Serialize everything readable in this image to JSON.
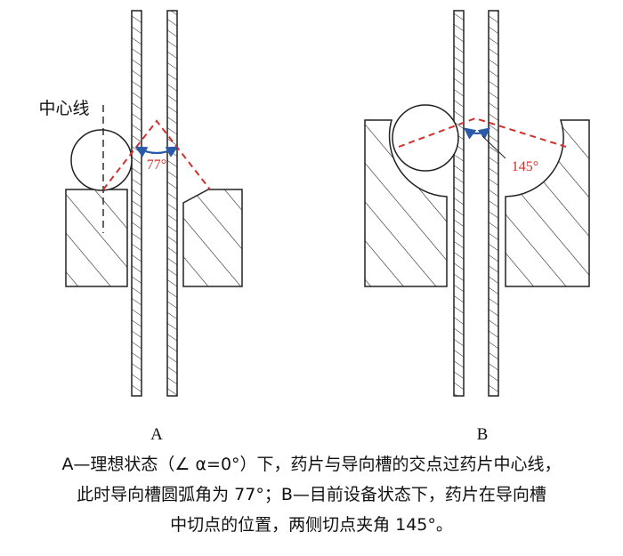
{
  "diagram": {
    "panel_a": {
      "label": "A",
      "centerline_label": "中心线",
      "angle_label": "77°"
    },
    "panel_b": {
      "label": "B",
      "angle_label": "145°"
    },
    "colors": {
      "line": "#222222",
      "dash_red": "#d0312d",
      "arc_blue": "#2a5aa8"
    }
  },
  "caption": {
    "line1": "A—理想状态（∠ α=0°）下，药片与导向槽的交点过药片中心线，",
    "line2": "此时导向槽圆弧角为 77°；B—目前设备状态下，药片在导向槽",
    "line3": "中切点的位置，两侧切点夹角 145°。"
  }
}
